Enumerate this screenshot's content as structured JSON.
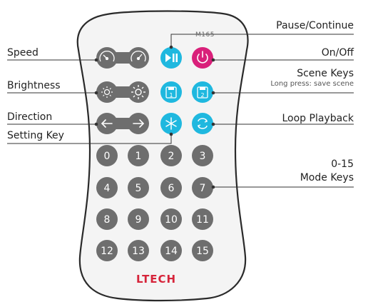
{
  "remote": {
    "model": "M165",
    "brand": "LTECH",
    "colors": {
      "body_fill": "#f4f4f4",
      "body_stroke": "#2a2a2a",
      "gray_key": "#6e6e6e",
      "cyan_key": "#1fb8df",
      "magenta_key": "#d9207a",
      "brand_red": "#d6243a",
      "key_text": "#ffffff"
    }
  },
  "labels": {
    "speed": "Speed",
    "brightness": "Brightness",
    "direction": "Direction",
    "setting_key": "Setting Key",
    "pause_continue": "Pause/Continue",
    "on_off": "On/Off",
    "scene_keys": "Scene Keys",
    "scene_keys_note": "Long press: save scene",
    "loop_playback": "Loop Playback",
    "mode_keys_line1": "0-15",
    "mode_keys_line2": "Mode Keys"
  },
  "function_keys": {
    "speed_down_icon": "speed-slow-icon",
    "speed_up_icon": "speed-fast-icon",
    "pause_icon": "play-pause-icon",
    "power_icon": "power-icon",
    "bright_down_icon": "sun-dim-icon",
    "bright_up_icon": "sun-bright-icon",
    "scene1": "1",
    "scene2": "2",
    "dir_left_icon": "arrow-left-icon",
    "dir_right_icon": "arrow-right-icon",
    "setting_icon": "asterisk-icon",
    "loop_icon": "loop-icon"
  },
  "mode_keys": [
    "0",
    "1",
    "2",
    "3",
    "4",
    "5",
    "6",
    "7",
    "8",
    "9",
    "10",
    "11",
    "12",
    "13",
    "14",
    "15"
  ]
}
